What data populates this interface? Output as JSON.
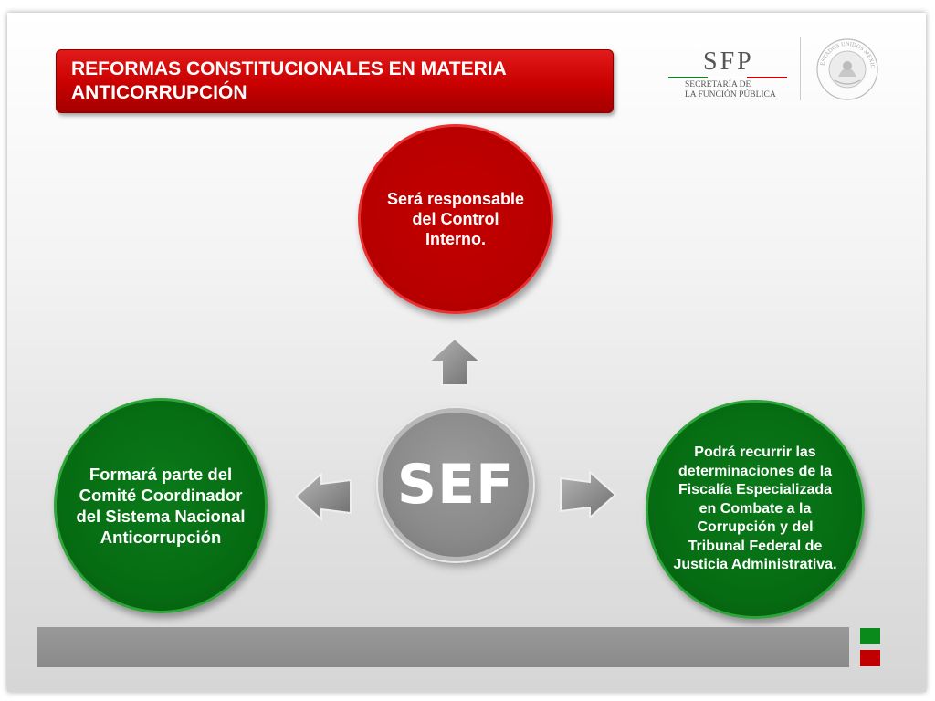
{
  "title": {
    "line1": "REFORMAS CONSTITUCIONALES EN MATERIA",
    "line2": "ANTICORRUPCIÓN"
  },
  "logo": {
    "acronym": "SFP",
    "sub_line1": "SECRETARÍA DE",
    "sub_line2": "LA FUNCIÓN PÚBLICA",
    "seal_text": "ESTADOS UNIDOS MEXICANOS"
  },
  "diagram": {
    "center": {
      "label": "SEF"
    },
    "top": {
      "text": "Será responsable del Control Interno."
    },
    "left": {
      "text": "Formará parte del Comité Coordinador del Sistema Nacional Anticorrupción"
    },
    "right": {
      "text": "Podrá recurrir las determinaciones de la Fiscalía Especializada en Combate a la Corrupción y del Tribunal Federal de Justicia Administrativa."
    }
  },
  "colors": {
    "red": "#c00000",
    "green": "#066b12",
    "gray": "#8a8a8a"
  }
}
